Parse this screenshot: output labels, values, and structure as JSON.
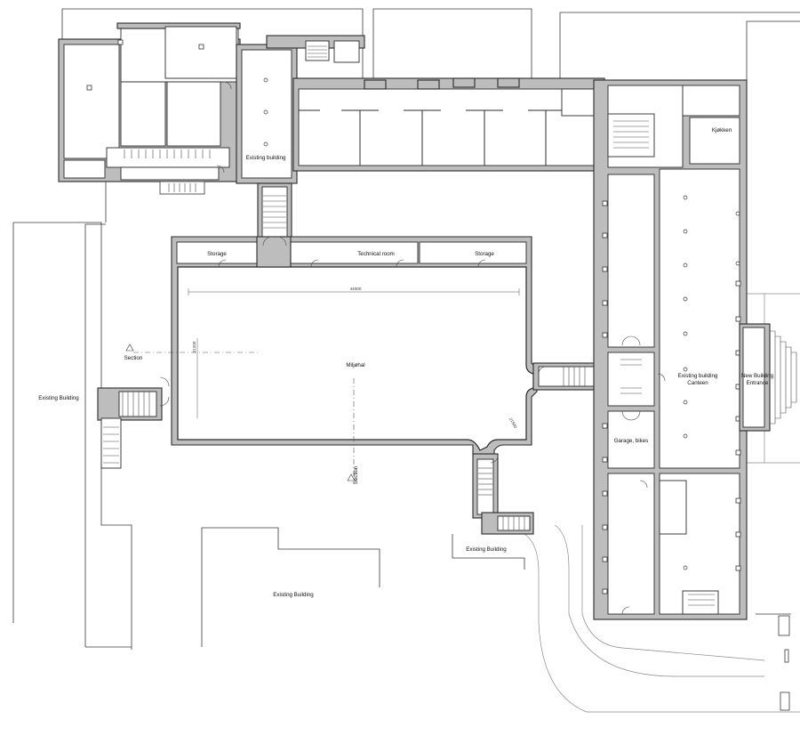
{
  "labels": {
    "existing_building_top": "Existing building",
    "kitchen": "Kjøkken",
    "storage_left": "Storage",
    "technical_room": "Technical room",
    "storage_right": "Storage",
    "hall": "Miljøhal",
    "dimension_width": "44000",
    "dimension_height": "21200",
    "dimension_diag": "21500",
    "section_horizontal": "Section",
    "section_vertical": "Section",
    "existing_building_left": "Existing Building",
    "existing_building_canteen_line1": "Existing building",
    "existing_building_canteen_line2": "Canteen",
    "new_building_entrance_line1": "New Building",
    "new_building_entrance_line2": "Entrance",
    "garage": "Garage, bikes",
    "existing_building_small": "Existing Building",
    "existing_building_bottom": "Existing Building"
  },
  "colors": {
    "wall_fill": "#bdbdbd",
    "line": "#2b2b2b",
    "background": "#ffffff"
  }
}
